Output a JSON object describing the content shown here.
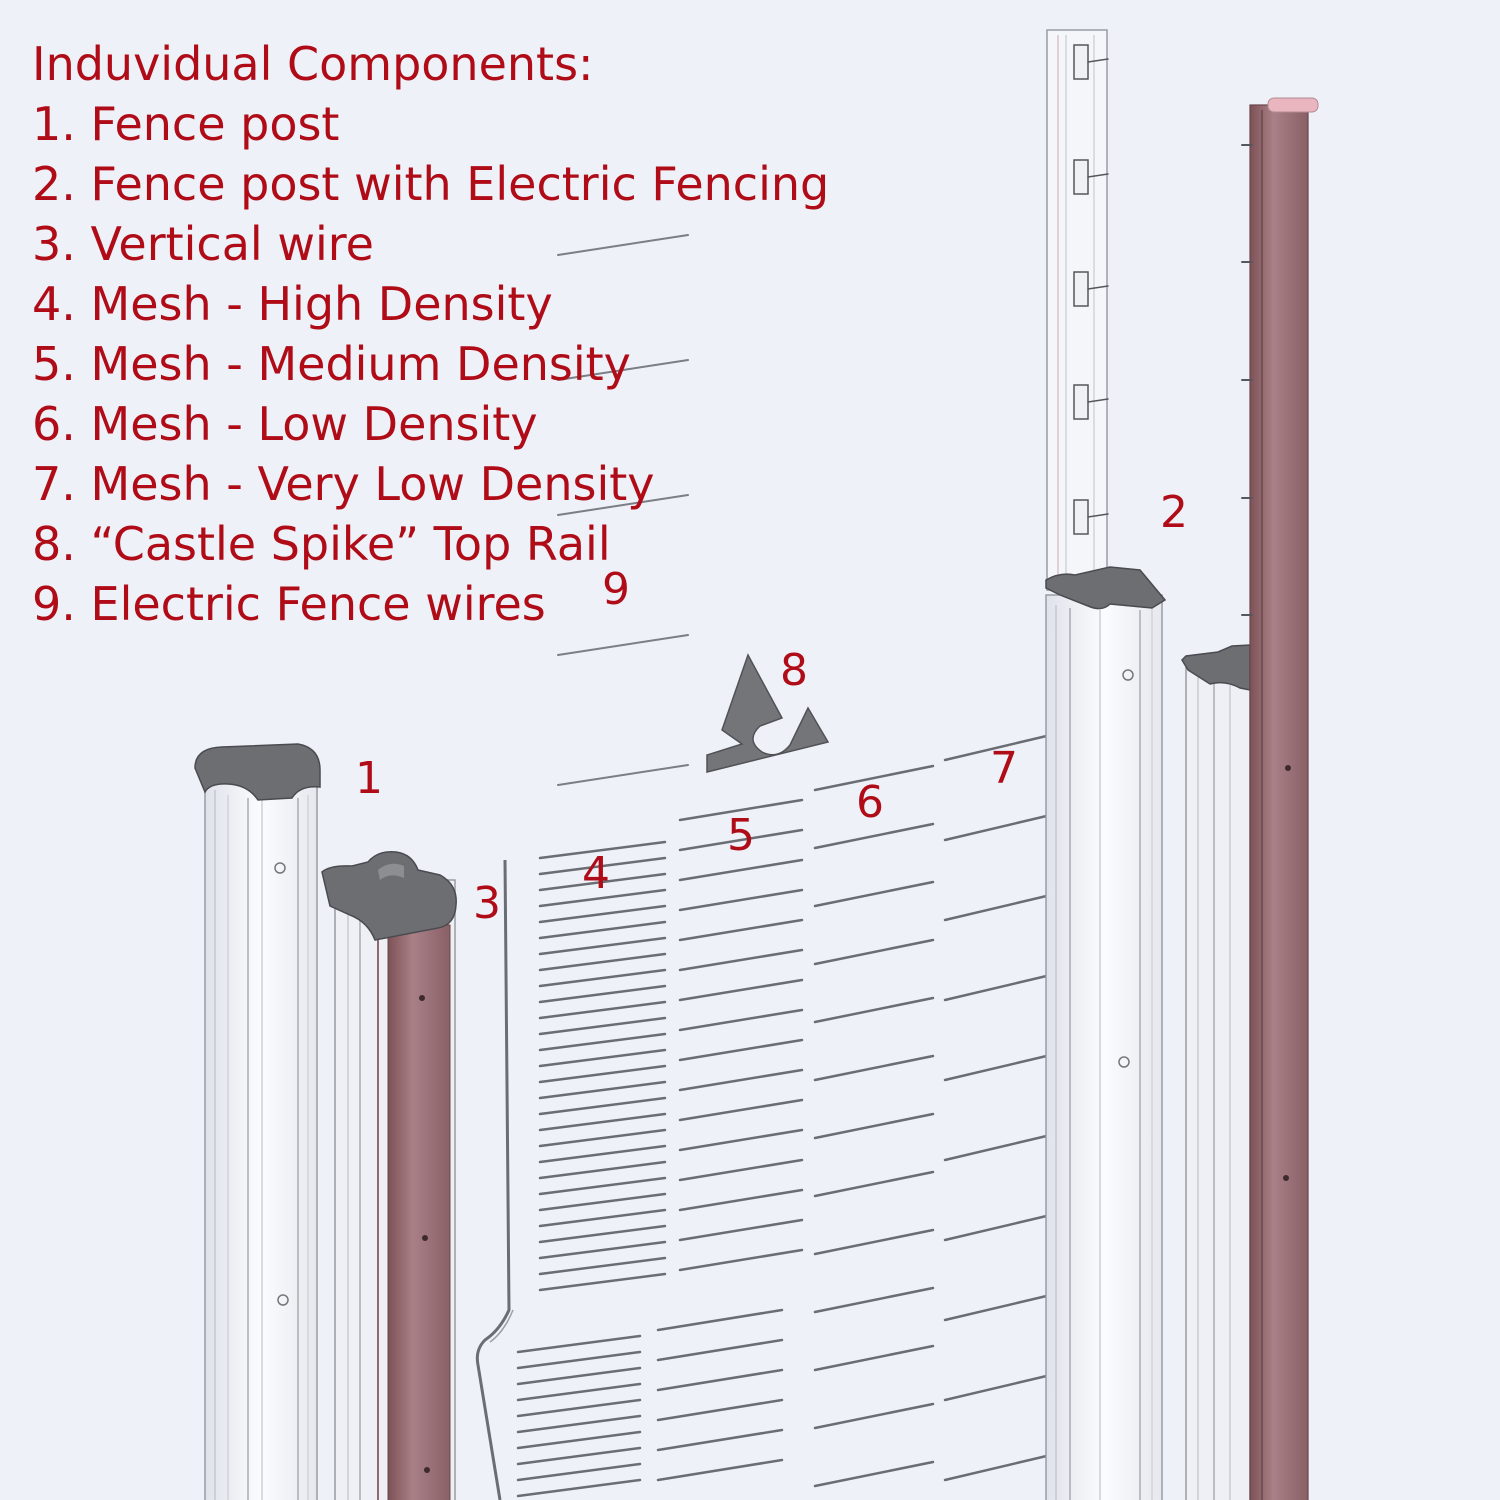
{
  "legend": {
    "title": "Induvidual Components:",
    "items": [
      "1. Fence post",
      "2. Fence post with Electric Fencing",
      "3. Vertical wire",
      "4. Mesh - High Density",
      "5. Mesh - Medium Density",
      "6. Mesh - Low Density",
      "7. Mesh - Very Low Density",
      "8. “Castle Spike” Top Rail",
      "9. Electric Fence wires"
    ]
  },
  "callouts": {
    "c1": "1",
    "c2": "2",
    "c3": "3",
    "c4": "4",
    "c5": "5",
    "c6": "6",
    "c7": "7",
    "c8": "8",
    "c9": "9"
  },
  "colors": {
    "label_red": "#b00c18",
    "background": "#eef1f8",
    "post_white": "#f7f8fb",
    "post_pink": "#9b7076",
    "cap_grey": "#6d6e72",
    "wire_grey": "#6a6d72"
  }
}
